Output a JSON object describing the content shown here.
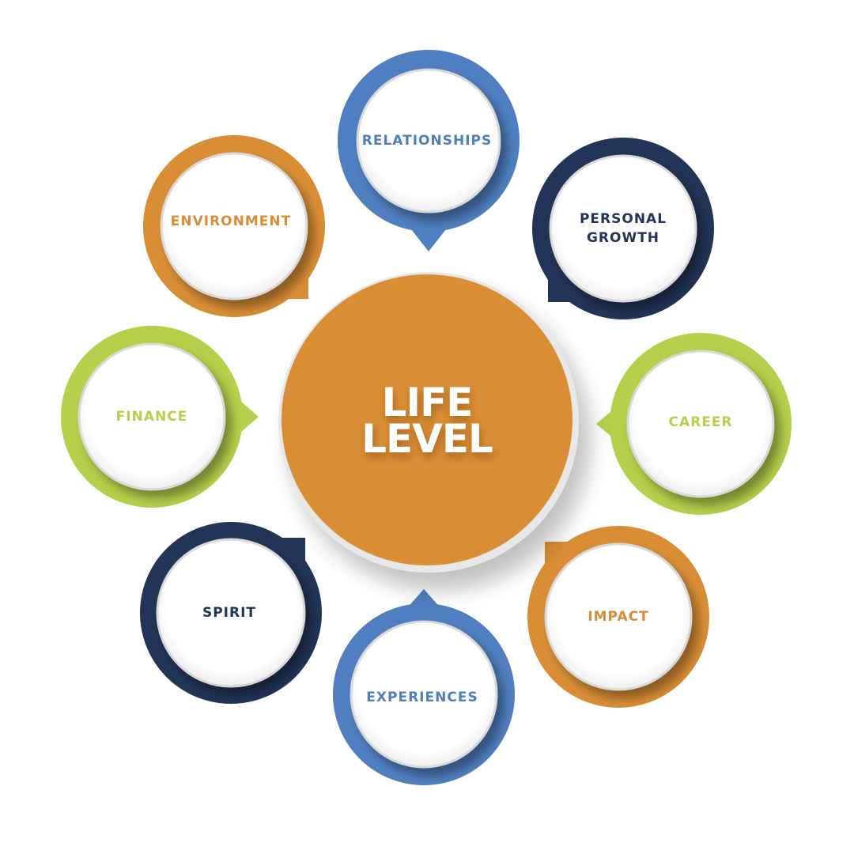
{
  "diagram": {
    "type": "hub-and-spoke",
    "center": {
      "label": "LIFE\nLEVEL",
      "color": "#D98E35",
      "text_color": "#FFFFFF"
    },
    "colors": {
      "orange": "#D98E35",
      "blue": "#4F7FC0",
      "navy": "#223457",
      "green": "#B5D04A"
    },
    "nodes": [
      {
        "id": "relationships",
        "label": "RELATIONSHIPS",
        "color": "#4F7FC0",
        "pointer": "bottom"
      },
      {
        "id": "personal-growth",
        "label": "PERSONAL\nGROWTH",
        "color": "#223457",
        "pointer": "bottom-left"
      },
      {
        "id": "career",
        "label": "CAREER",
        "color": "#B5D04A",
        "pointer": "left"
      },
      {
        "id": "impact",
        "label": "IMPACT",
        "color": "#D98E35",
        "pointer": "top-left"
      },
      {
        "id": "experiences",
        "label": "EXPERIENCES",
        "color": "#4F7FC0",
        "pointer": "top"
      },
      {
        "id": "spirit",
        "label": "SPIRIT",
        "color": "#223457",
        "pointer": "top-right"
      },
      {
        "id": "finance",
        "label": "FINANCE",
        "color": "#B5D04A",
        "pointer": "right"
      },
      {
        "id": "environment",
        "label": "ENVIRONMENT",
        "color": "#D98E35",
        "pointer": "bottom-right"
      }
    ]
  }
}
